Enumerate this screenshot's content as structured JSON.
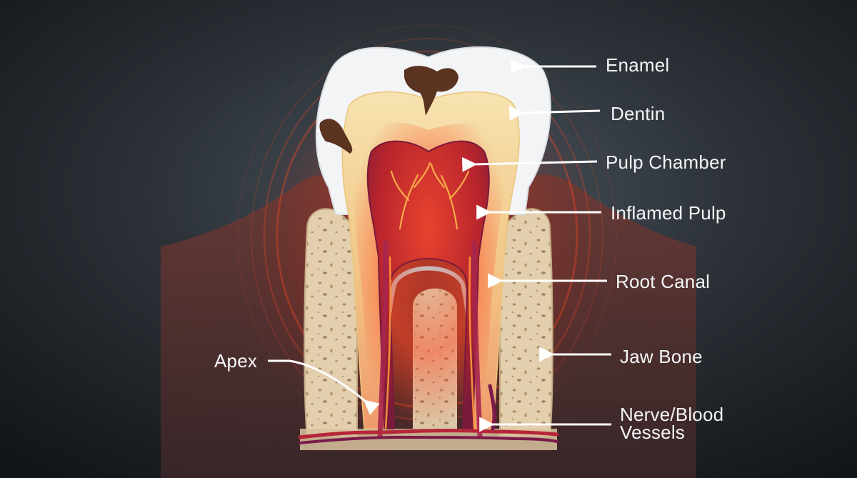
{
  "labels": {
    "enamel": "Enamel",
    "dentin": "Dentin",
    "pulp_chamber": "Pulp Chamber",
    "inflamed_pulp": "Inflamed Pulp",
    "root_canal": "Root Canal",
    "jaw_bone": "Jaw Bone",
    "apex": "Apex",
    "nerve_blood_vessels": "Nerve/Blood Vessels",
    "nerve_line_1": "Nerve/Blood",
    "nerve_line_2": "Vessels"
  },
  "colors": {
    "background": "#1b1f25",
    "label_text": "#f4f5f7",
    "enamel": "#f3f4f6",
    "dentin": "#f0d89a",
    "pulp": "#d83a30",
    "inflammation": "#ff4a26",
    "bone": "#e3cfae",
    "decay": "#5a3420",
    "canal_vessels": "#a6264e"
  },
  "icons": {
    "pointer": "arrow-pointer-icon",
    "decay": "cavity-decay-icon",
    "nerve_glow": "pain-radiating-icon"
  }
}
